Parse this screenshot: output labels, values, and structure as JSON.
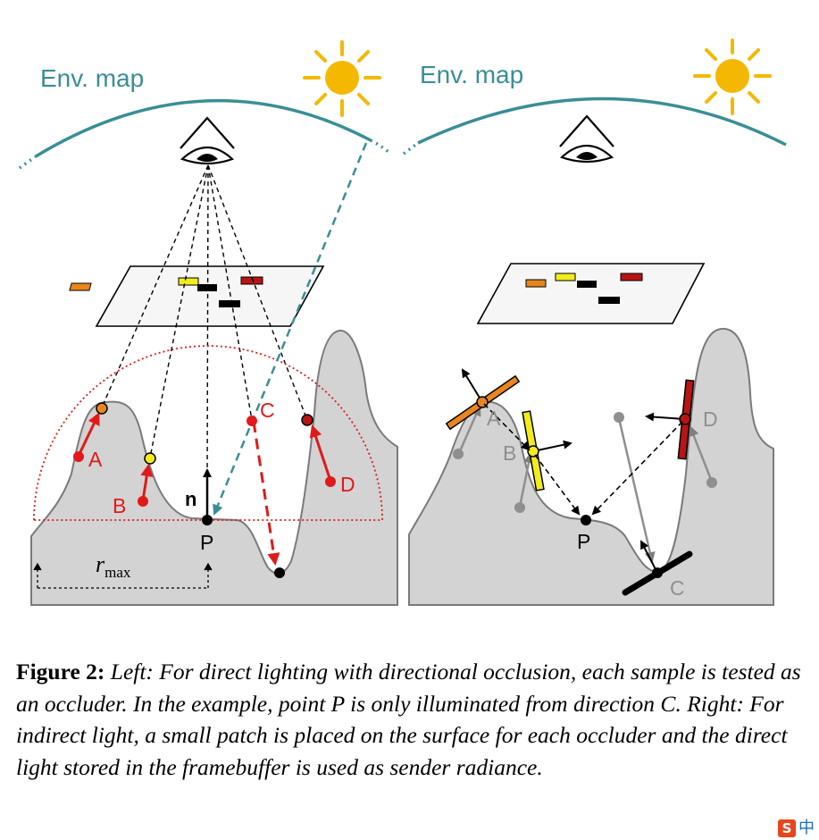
{
  "left_panel": {
    "env_map_label": "Env. map",
    "samples": [
      {
        "label": "A"
      },
      {
        "label": "B"
      },
      {
        "label": "C"
      },
      {
        "label": "D"
      }
    ],
    "normal_label": "n",
    "point_label": "P",
    "rmax_var": "r",
    "rmax_sub": "max"
  },
  "right_panel": {
    "env_map_label": "Env. map",
    "patches": [
      {
        "label": "A"
      },
      {
        "label": "B"
      },
      {
        "label": "C"
      },
      {
        "label": "D"
      }
    ],
    "point_label": "P"
  },
  "colors": {
    "env_map": "#3a8e96",
    "occluder_red": "#e01a1a",
    "terrain": "#d3d3d3",
    "sun": "#f5b800",
    "sample_orange": "#e8861c",
    "sample_yellow": "#f2ec1c",
    "sample_darkred": "#b81414",
    "patch_gray": "#8f8f8f"
  },
  "caption": {
    "figure_label": "Figure 2:",
    "text": "Left: For direct lighting with directional occlusion, each sample is tested as an occluder. In the example, point P is only illuminated from direction C. Right: For indirect light, a small patch is placed on the surface for each occluder and the direct light stored in the framebuffer is used as sender radiance."
  },
  "taskbar": {
    "ime_logo": "S",
    "ime_char": "中"
  }
}
